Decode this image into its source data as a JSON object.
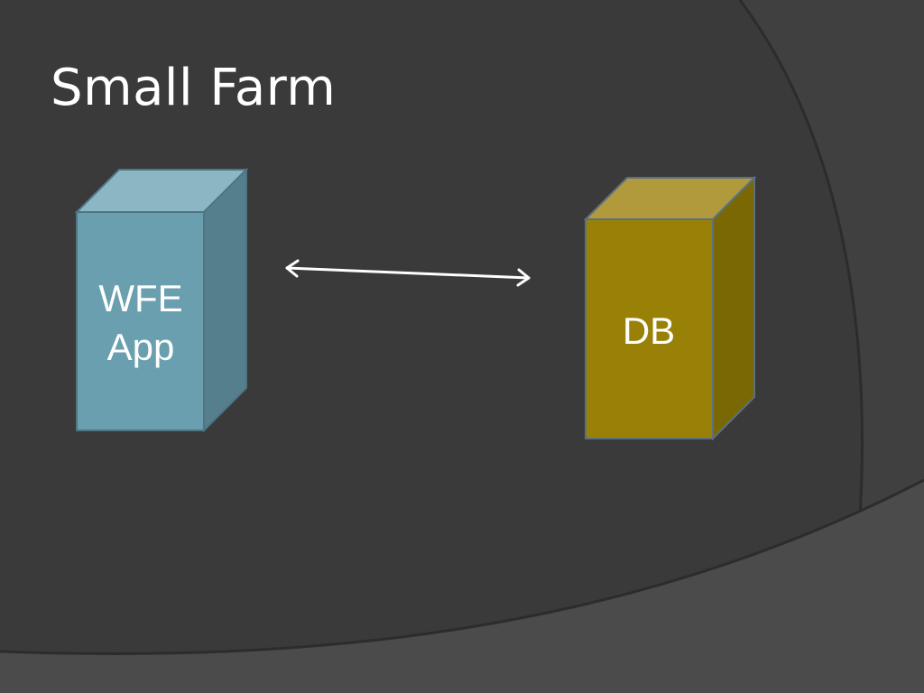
{
  "slide": {
    "title": "Small Farm",
    "colors": {
      "background": "#3a3a3a",
      "title_text": "#ffffff",
      "wfe_front": "#6a9fb0",
      "wfe_top": "#8bb6c4",
      "wfe_side": "#567f8e",
      "db_front": "#988106",
      "db_top": "#b09a3c",
      "db_side": "#7a6804",
      "connector": "#ffffff"
    }
  },
  "diagram": {
    "nodes": [
      {
        "id": "wfe",
        "label_line1": "WFE",
        "label_line2": "App",
        "shape": "3d-box"
      },
      {
        "id": "db",
        "label": "DB",
        "shape": "3d-box"
      }
    ],
    "edges": [
      {
        "from": "wfe",
        "to": "db",
        "style": "bidirectional-arrow"
      }
    ]
  }
}
